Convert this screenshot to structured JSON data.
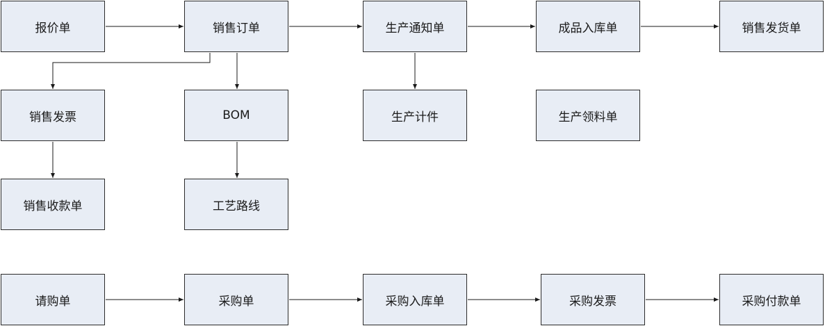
{
  "nodes": {
    "quotation": "报价单",
    "sales_order": "销售订单",
    "production_notice": "生产通知单",
    "finished_goods_receipt": "成品入库单",
    "sales_delivery": "销售发货单",
    "sales_invoice": "销售发票",
    "bom": "BOM",
    "production_piecework": "生产计件",
    "production_material_requisition": "生产领料单",
    "sales_receipt": "销售收款单",
    "process_route": "工艺路线",
    "purchase_request": "请购单",
    "purchase_order": "采购单",
    "purchase_receipt": "采购入库单",
    "purchase_invoice": "采购发票",
    "purchase_payment": "采购付款单"
  },
  "colors": {
    "box_fill": "#e8edf5",
    "box_border": "#2b2b2b",
    "arrow": "#1a1a1a"
  }
}
